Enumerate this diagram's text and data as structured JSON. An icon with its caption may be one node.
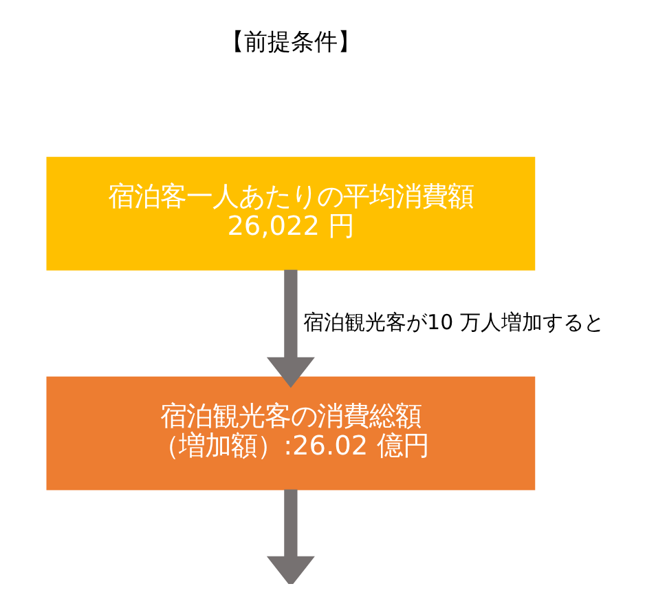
{
  "diagram": {
    "nodes": [
      {
        "text": [
          "宿泊客一人あたりの平均消費額",
          "26,022 円"
        ]
      },
      {
        "text": [
          "宿泊観光客の消費総額",
          "（増加額）:26.02 億円"
        ]
      }
    ],
    "edges": [
      {
        "from": 0,
        "to": 1,
        "arrow": "to",
        "label": "宿泊観光客が10 万人増加すると"
      },
      {
        "from": 1,
        "to": null,
        "arrow": "to"
      }
    ],
    "labels": [
      "【前提条件】"
    ]
  }
}
